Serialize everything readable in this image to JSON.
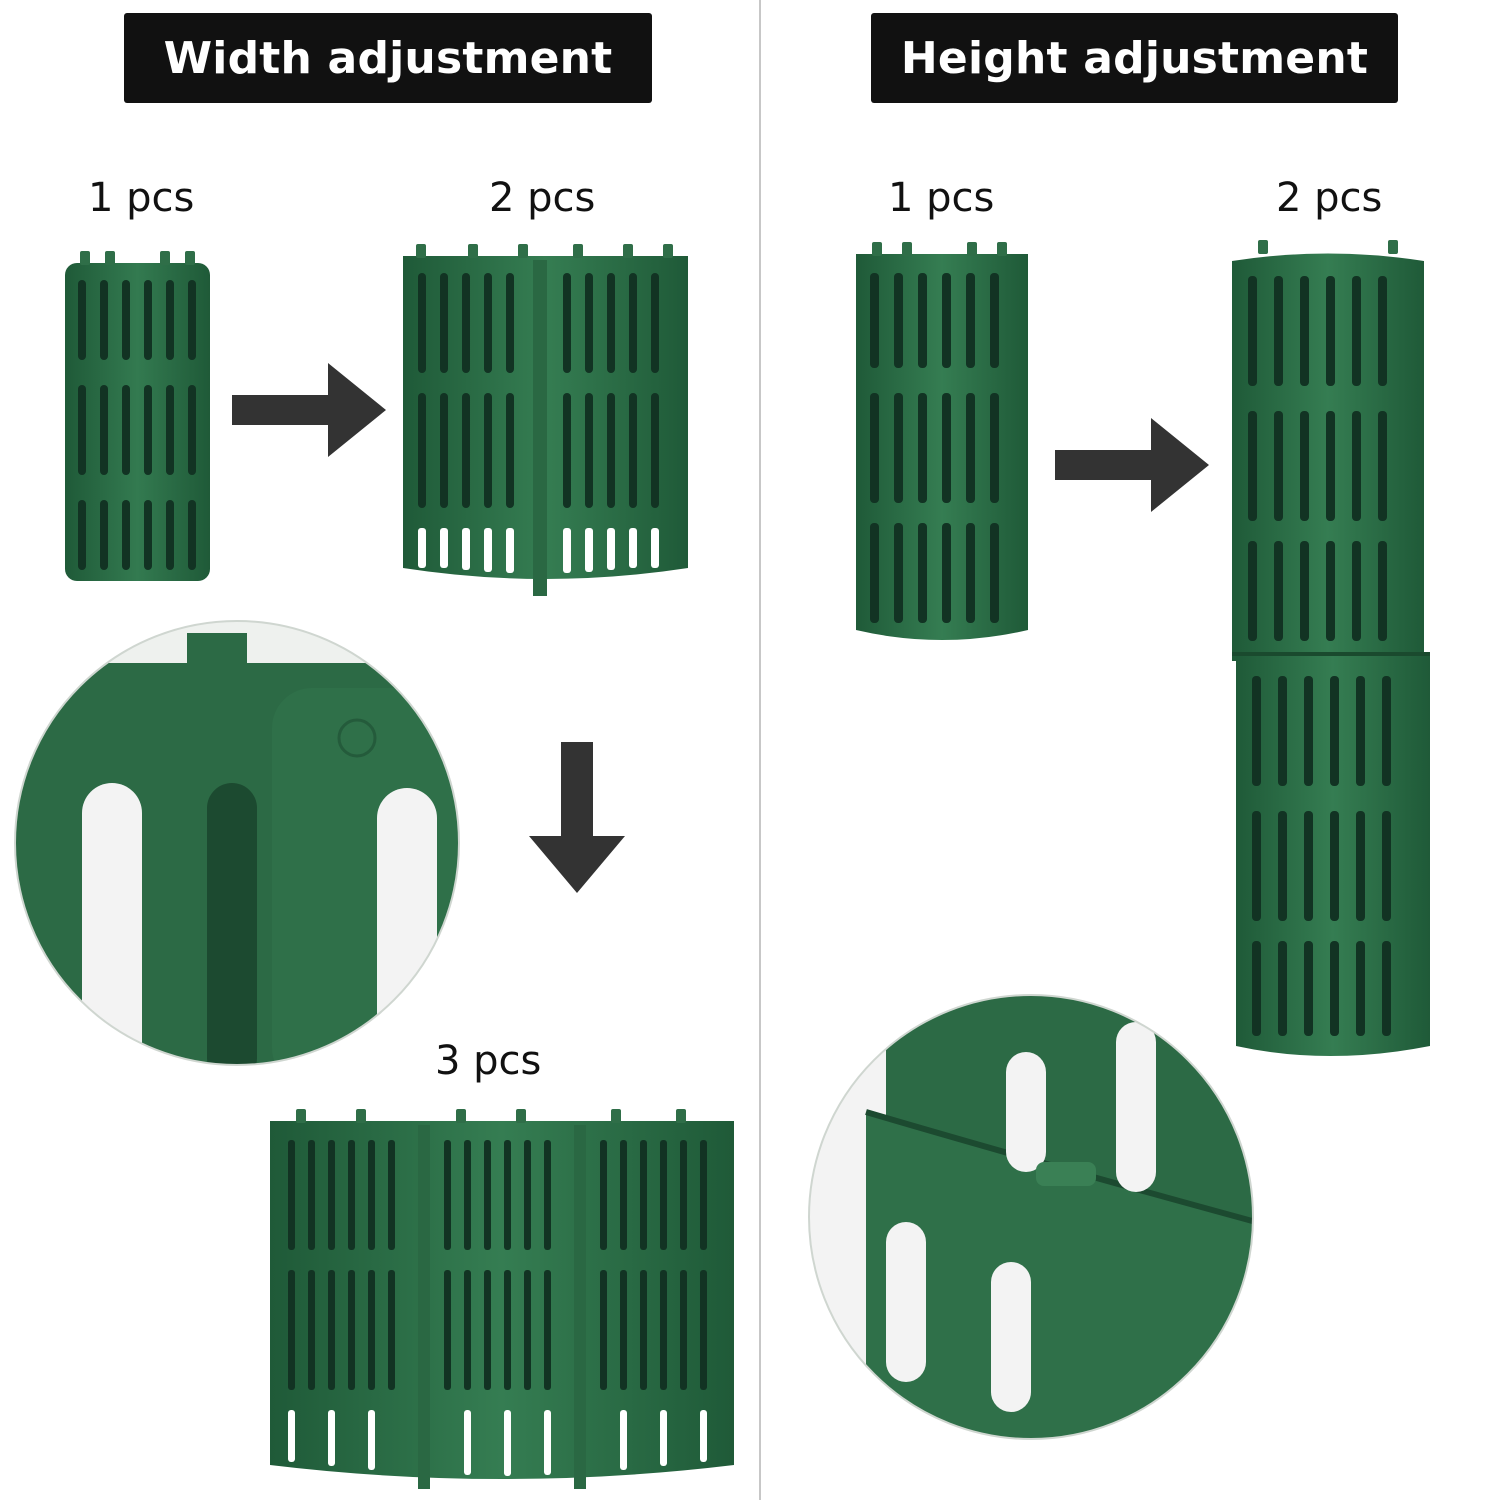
{
  "titles": {
    "width": "Width adjustment",
    "height": "Height adjustment"
  },
  "labels": {
    "width_one": "1 pcs",
    "width_two": "2 pcs",
    "width_three": "3 pcs",
    "height_one": "1 pcs",
    "height_two": "2 pcs"
  },
  "colors": {
    "plastic_green": "#2f6e48",
    "plastic_dark": "#1f4f33",
    "slot_dark": "#123323",
    "arrow": "#333333",
    "title_bg": "#111111",
    "title_text": "#ffffff",
    "divider": "#c7c7c7"
  },
  "icons": {
    "arrows": [
      "arrow-right-icon",
      "arrow-down-icon",
      "arrow-right-icon"
    ]
  }
}
